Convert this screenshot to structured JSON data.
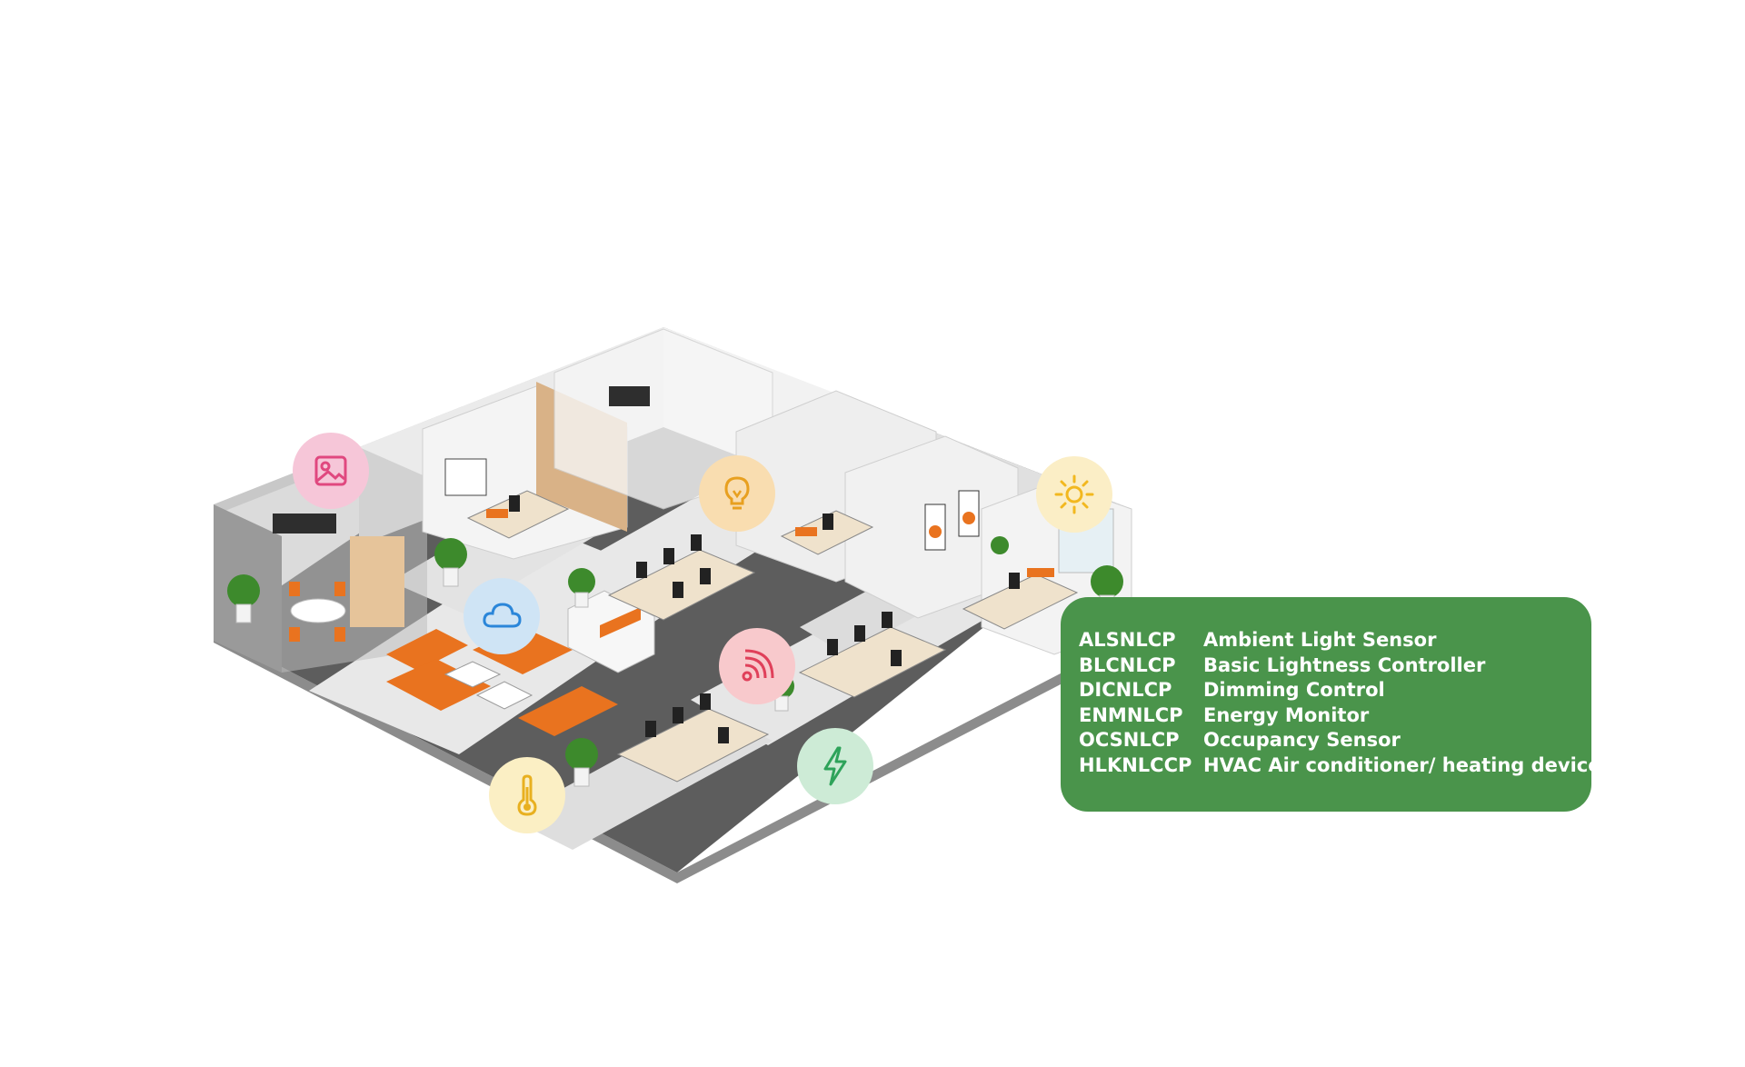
{
  "legend": {
    "items": [
      {
        "code": "ALSNLCP",
        "description": "Ambient Light Sensor"
      },
      {
        "code": "BLCNLCP",
        "description": "Basic Lightness Controller"
      },
      {
        "code": "DICNLCP",
        "description": "Dimming Control"
      },
      {
        "code": "ENMNLCP",
        "description": "Energy Monitor"
      },
      {
        "code": "OCSNLCP",
        "description": "Occupancy Sensor"
      },
      {
        "code": "HLKNLCCP",
        "description": "HVAC Air conditioner/ heating device"
      }
    ],
    "background_color": "#4a944b",
    "text_color": "#ffffff"
  },
  "floor_icons": [
    {
      "name": "image-icon",
      "color": "#e0487f"
    },
    {
      "name": "cloud-icon",
      "color": "#2b86d9"
    },
    {
      "name": "lightbulb-icon",
      "color": "#e8a020"
    },
    {
      "name": "wifi-signal-icon",
      "color": "#e0405a"
    },
    {
      "name": "sun-icon",
      "color": "#f2b81f"
    },
    {
      "name": "thermometer-icon",
      "color": "#e8b020"
    },
    {
      "name": "lightning-bolt-icon",
      "color": "#2ea35a"
    }
  ],
  "colors": {
    "accent_orange": "#e9731f",
    "floor_dark": "#5a5a5a",
    "floor_light": "#e6e6e6"
  }
}
